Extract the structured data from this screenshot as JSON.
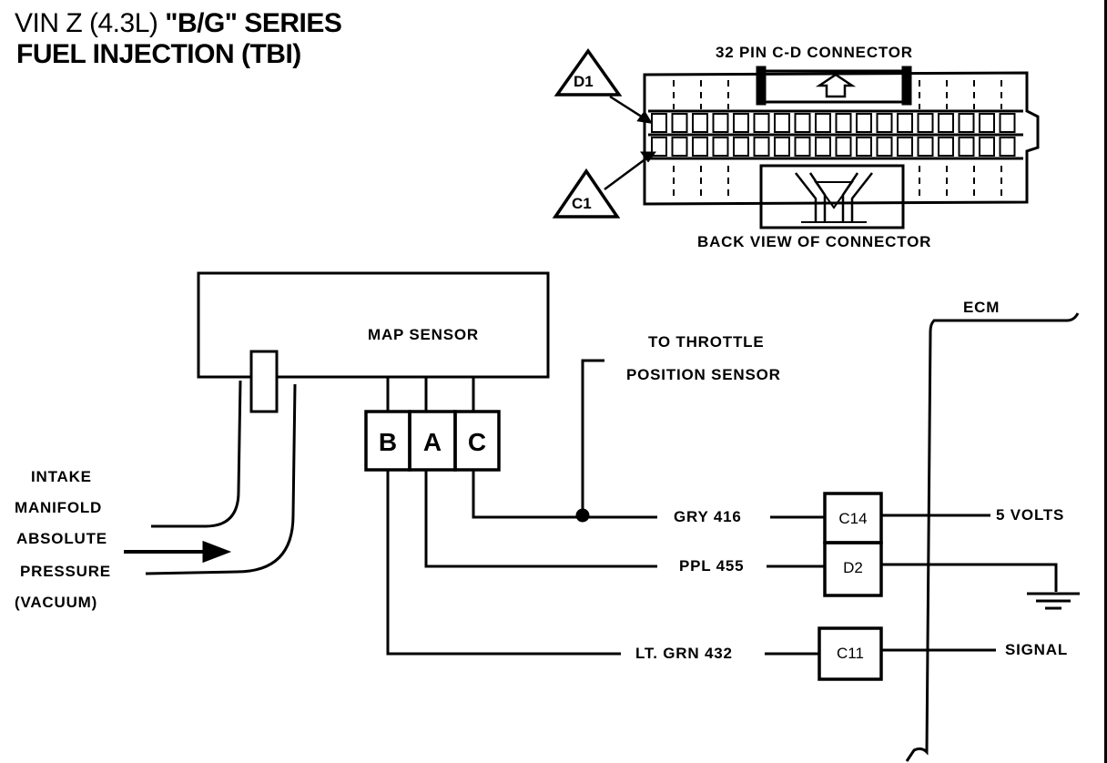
{
  "title": {
    "line1_prefix": "VIN Z (4.3L) ",
    "line1_series": "\"B/G\" SERIES",
    "line2": "FUEL INJECTION (TBI)"
  },
  "connector": {
    "label_top": "32 PIN C-D CONNECTOR",
    "label_bottom": "BACK VIEW OF CONNECTOR",
    "marker_d1": "D1",
    "marker_c1": "C1"
  },
  "map_sensor": {
    "label": "MAP SENSOR",
    "pins": [
      "B",
      "A",
      "C"
    ]
  },
  "tps_note": {
    "line1": "TO THROTTLE",
    "line2": "POSITION SENSOR"
  },
  "intake": {
    "lines": [
      "INTAKE",
      "MANIFOLD",
      "ABSOLUTE",
      "PRESSURE",
      "(VACUUM)"
    ]
  },
  "ecm": {
    "label": "ECM"
  },
  "circuits": [
    {
      "wire": "GRY 416",
      "terminal": "C14",
      "function": "5 VOLTS"
    },
    {
      "wire": "PPL 455",
      "terminal": "D2",
      "function": ""
    },
    {
      "wire": "LT. GRN 432",
      "terminal": "C11",
      "function": "SIGNAL"
    }
  ]
}
